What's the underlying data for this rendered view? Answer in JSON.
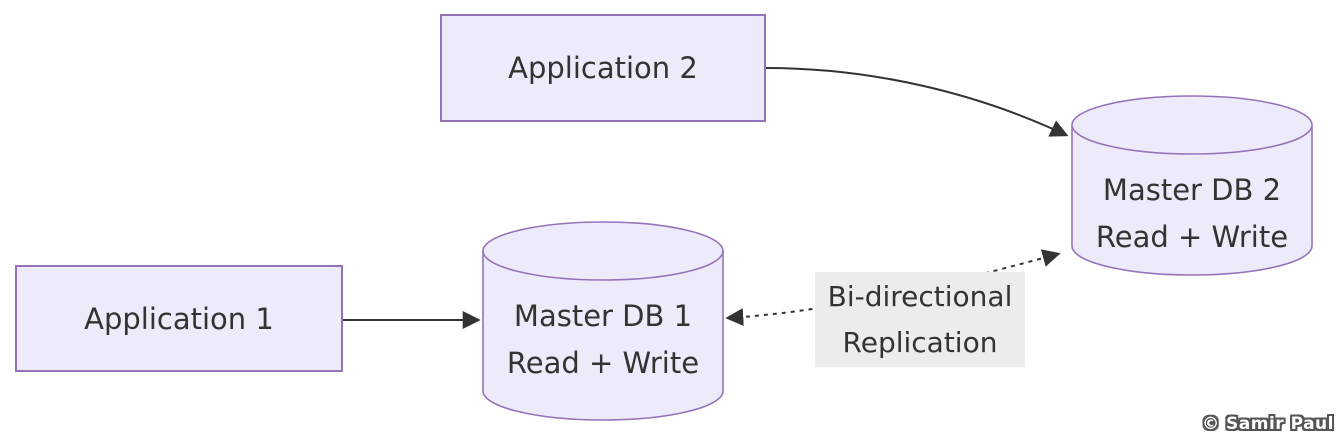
{
  "nodes": {
    "app1": {
      "label": "Application 1"
    },
    "app2": {
      "label": "Application 2"
    },
    "db1": {
      "title": "Master DB 1",
      "subtitle": "Read + Write"
    },
    "db2": {
      "title": "Master DB 2",
      "subtitle": "Read + Write"
    }
  },
  "edges": {
    "replication": {
      "label_line1": "Bi-directional",
      "label_line2": "Replication"
    }
  },
  "watermark": "© Samir Paul",
  "colors": {
    "node_fill": "#edebfa",
    "node_border": "#9673b9",
    "edge_color": "#333333",
    "label_bg": "#ececec",
    "text_color": "#333333"
  }
}
